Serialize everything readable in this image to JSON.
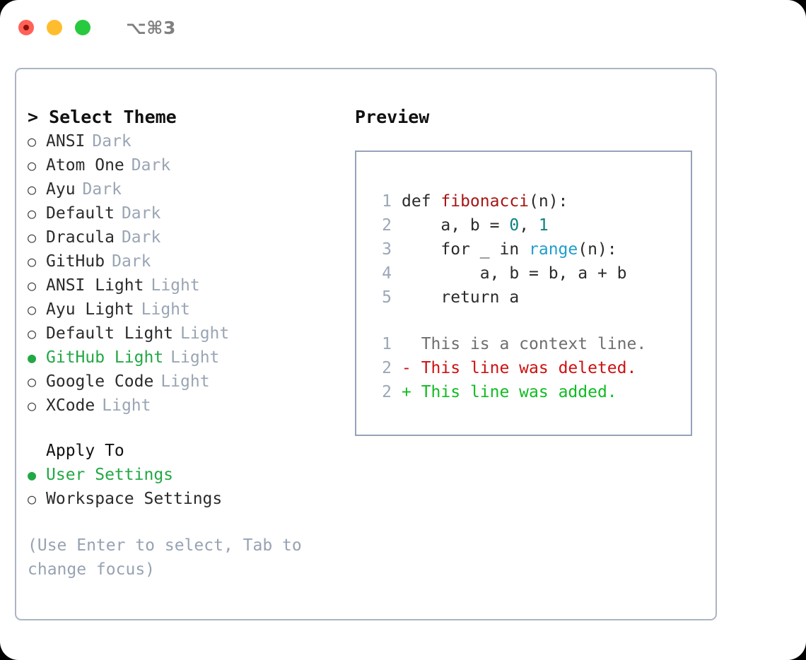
{
  "titlebar": {
    "shortcut": "⌥⌘3",
    "lights": [
      {
        "name": "close",
        "color": "#ff6158"
      },
      {
        "name": "minimize",
        "color": "#ffbd2e"
      },
      {
        "name": "zoom",
        "color": "#27c93f"
      }
    ]
  },
  "theme_picker": {
    "header": "> Select Theme",
    "marker_unselected": "○",
    "marker_selected": "●",
    "items": [
      {
        "name": "ANSI",
        "kind": "Dark",
        "selected": false
      },
      {
        "name": "Atom One",
        "kind": "Dark",
        "selected": false
      },
      {
        "name": "Ayu",
        "kind": "Dark",
        "selected": false
      },
      {
        "name": "Default",
        "kind": "Dark",
        "selected": false
      },
      {
        "name": "Dracula",
        "kind": "Dark",
        "selected": false
      },
      {
        "name": "GitHub",
        "kind": "Dark",
        "selected": false
      },
      {
        "name": "ANSI Light",
        "kind": "Light",
        "selected": false
      },
      {
        "name": "Ayu Light",
        "kind": "Light",
        "selected": false
      },
      {
        "name": "Default Light",
        "kind": "Light",
        "selected": false
      },
      {
        "name": "GitHub Light",
        "kind": "Light",
        "selected": true
      },
      {
        "name": "Google Code",
        "kind": "Light",
        "selected": false
      },
      {
        "name": "XCode",
        "kind": "Light",
        "selected": false
      }
    ]
  },
  "apply_to": {
    "header": "Apply To",
    "items": [
      {
        "name": "User Settings",
        "selected": true
      },
      {
        "name": "Workspace Settings",
        "selected": false
      }
    ]
  },
  "hint": "(Use Enter to select, Tab to change focus)",
  "preview": {
    "title": "Preview",
    "code_lines": [
      {
        "lno": "1",
        "segments": [
          {
            "text": "def ",
            "style": "plain"
          },
          {
            "text": "fibonacci",
            "style": "fn"
          },
          {
            "text": "(n):",
            "style": "plain"
          }
        ]
      },
      {
        "lno": "2",
        "segments": [
          {
            "text": "    a, b = ",
            "style": "plain"
          },
          {
            "text": "0",
            "style": "num"
          },
          {
            "text": ", ",
            "style": "plain"
          },
          {
            "text": "1",
            "style": "num"
          }
        ]
      },
      {
        "lno": "3",
        "segments": [
          {
            "text": "    for _ in ",
            "style": "plain"
          },
          {
            "text": "range",
            "style": "call"
          },
          {
            "text": "(n):",
            "style": "plain"
          }
        ]
      },
      {
        "lno": "4",
        "segments": [
          {
            "text": "        a, b = b, a + b",
            "style": "plain"
          }
        ]
      },
      {
        "lno": "5",
        "segments": [
          {
            "text": "    return a",
            "style": "plain"
          }
        ]
      }
    ],
    "diff_lines": [
      {
        "lno": "1",
        "sign": " ",
        "text": "This is a context line.",
        "kind": "context"
      },
      {
        "lno": "2",
        "sign": "-",
        "text": "This line was deleted.",
        "kind": "deleted"
      },
      {
        "lno": "2",
        "sign": "+",
        "text": "This line was added.",
        "kind": "added"
      }
    ]
  },
  "colors": {
    "accent_green": "#22a844",
    "muted": "#9aa5b4",
    "function": "#a81414",
    "call": "#1f9ecb",
    "number": "#0d8080",
    "diff_added": "#11bb22",
    "diff_deleted": "#cc1111",
    "border": "#aab4c4"
  }
}
